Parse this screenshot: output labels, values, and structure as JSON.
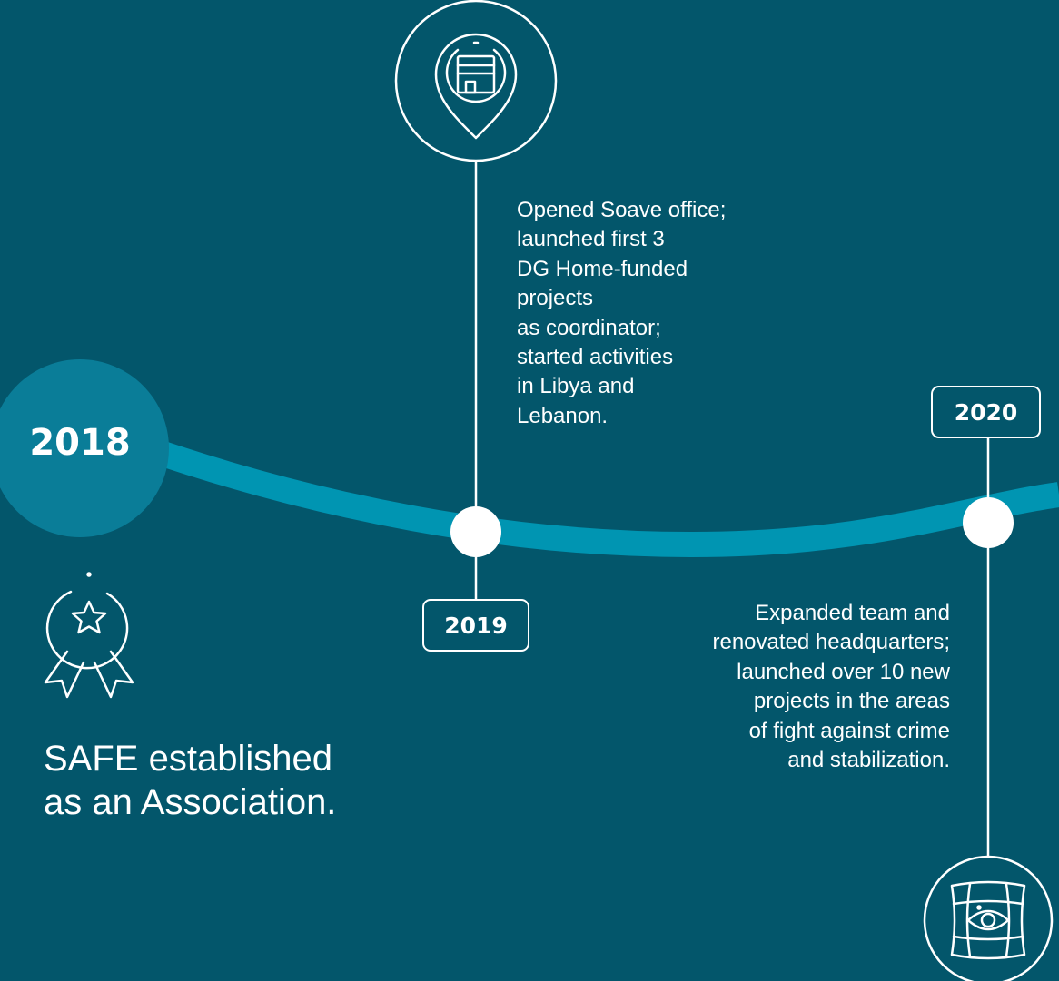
{
  "timeline": {
    "colors": {
      "background": "#03566b",
      "line": "#0095b2",
      "circle_2018": "#0a7d98",
      "nodes": "#ffffff"
    },
    "milestones": [
      {
        "year": "2018",
        "icon": "award-ribbon-star-icon",
        "description": "SAFE established\nas an Association."
      },
      {
        "year": "2019",
        "icon": "building-location-pin-icon",
        "description": "Opened Soave office;\nlaunched first 3\nDG Home-funded\nprojects\nas coordinator;\nstarted activities\nin Libya and\nLebanon."
      },
      {
        "year": "2020",
        "icon": "globe-eye-icon",
        "description": "Expanded team and\nrenovated headquarters;\nlaunched over 10 new\nprojects in the areas\nof fight against crime\nand stabilization."
      }
    ]
  }
}
